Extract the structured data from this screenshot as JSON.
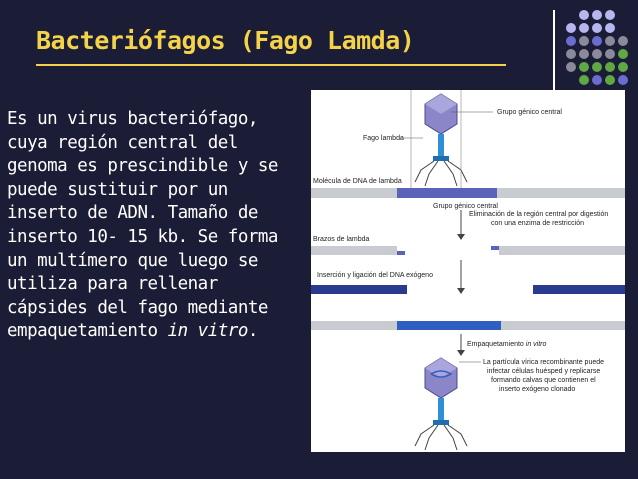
{
  "slide": {
    "title": "Bacteriófagos (Fago Lamda)",
    "body_main": "Es un virus bacteriófago, cuya región central del genoma es prescindible y se puede sustituir por un inserto de ADN. Tamaño de inserto 10- 15 kb. Se forma un multímero que luego se utiliza para rellenar cápsides del fago mediante empaquetamiento ",
    "body_italic": "in vitro",
    "body_end": "."
  },
  "figure": {
    "label_grupo_genico_top": "Grupo génico central",
    "label_fago_lambda": "Fago lambda",
    "label_molecula": "Molécula de DNA de lambda",
    "label_grupo_genico_central": "Grupo génico central",
    "label_eliminacion_1": "Eliminación de la región central por digestión",
    "label_eliminacion_2": "con una enzima de restricción",
    "label_brazos": "Brazos de lambda",
    "label_insercion": "Inserción y ligación del DNA exógeno",
    "label_empaquetamiento": "Empaquetamiento",
    "label_empaquetamiento_italic": "in vitro",
    "label_particula_1": "La partícula vírica recombinante puede",
    "label_particula_2": "infectar células huésped y replicarse",
    "label_particula_3": "formando calvas que contienen el",
    "label_particula_4": "inserto exógeno clonado"
  },
  "colors": {
    "background": "#1b1c36",
    "title": "#f4d34a",
    "text": "#ffffff",
    "capsid": "#8b86c8",
    "tail": "#2f8fd6",
    "dna_gray": "#c8ccd0",
    "dna_blue": "#5a63b8",
    "dna_navy": "#2a3a8f",
    "dot_light": "#b7b7f0",
    "dot_mid": "#6a6dd0",
    "dot_green": "#5fa843",
    "dot_gray": "#8a8a9a"
  }
}
